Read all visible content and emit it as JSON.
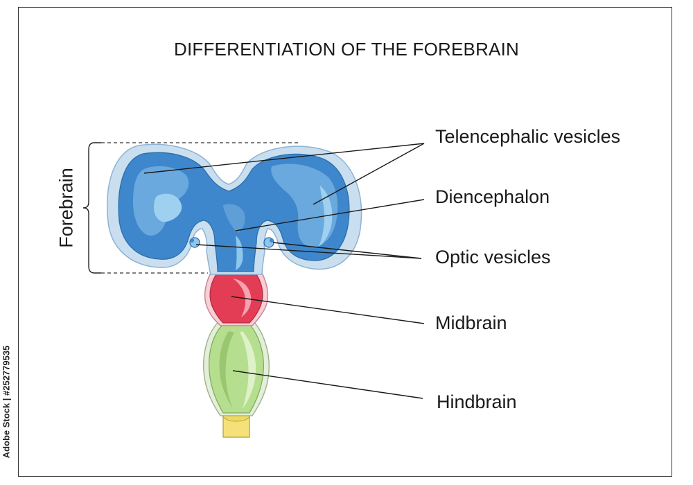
{
  "title": "DIFFERENTIATION OF THE FOREBRAIN",
  "bracket_label": "Forebrain",
  "labels": {
    "telencephalic": "Telencephalic vesicles",
    "diencephalon": "Diencephalon",
    "optic": "Optic vesicles",
    "midbrain": "Midbrain",
    "hindbrain": "Hindbrain"
  },
  "stock_id": "Adobe Stock | #252779535",
  "colors": {
    "forebrain_blue": "#3f87cc",
    "forebrain_light": "#8ec6ec",
    "outer_membrane": "#c9dff0",
    "midbrain_red": "#e33d55",
    "midbrain_light": "#f6a3b1",
    "hindbrain_green": "#b6de8f",
    "hindbrain_light": "#dff1c8",
    "spinal_yellow": "#f6e07a"
  }
}
